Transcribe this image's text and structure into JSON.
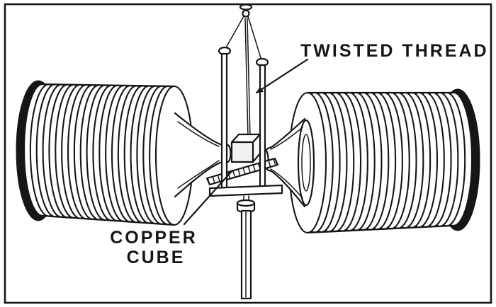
{
  "figure": {
    "labels": {
      "twisted_thread": "TWISTED THREAD",
      "copper_cube_line1": "COPPER",
      "copper_cube_line2": "CUBE"
    },
    "colors": {
      "ink": "#161616",
      "paper": "#ffffff"
    }
  }
}
